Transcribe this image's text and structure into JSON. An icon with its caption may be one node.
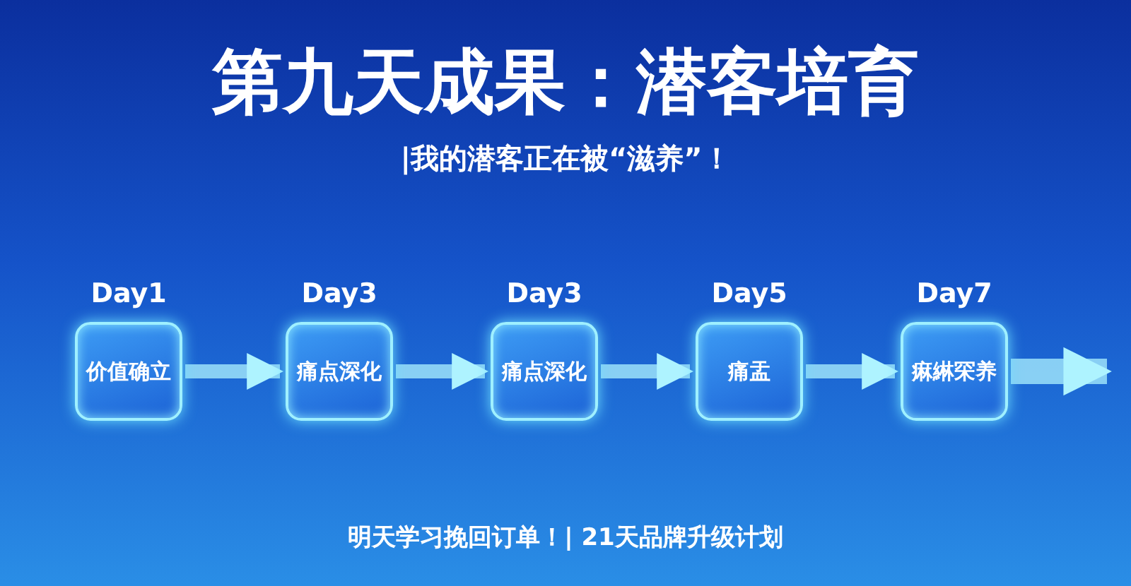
{
  "diagram": {
    "title": "第九天成果：潜客培育",
    "nodes": [
      {
        "text": [
          "Day1",
          "价值确立"
        ]
      },
      {
        "text": [
          "Day3",
          "痛点深化"
        ]
      },
      {
        "text": [
          "Day3",
          "痛点深化"
        ]
      },
      {
        "text": [
          "Day5",
          "痛盂"
        ]
      },
      {
        "text": [
          "Day7",
          "痳綝罙养"
        ]
      }
    ],
    "edges": [
      {
        "from": 0,
        "to": 1,
        "arrow": "to"
      },
      {
        "from": 1,
        "to": 2,
        "arrow": "to"
      },
      {
        "from": 2,
        "to": 3,
        "arrow": "to"
      },
      {
        "from": 3,
        "to": 4,
        "arrow": "to"
      },
      {
        "from": 4,
        "to": null,
        "arrow": "to",
        "style": "thick"
      }
    ],
    "labels": [
      "|我的潜客正在被“滋养”！",
      "明天学习挽回订单！| 21天品牌升级计划"
    ]
  }
}
